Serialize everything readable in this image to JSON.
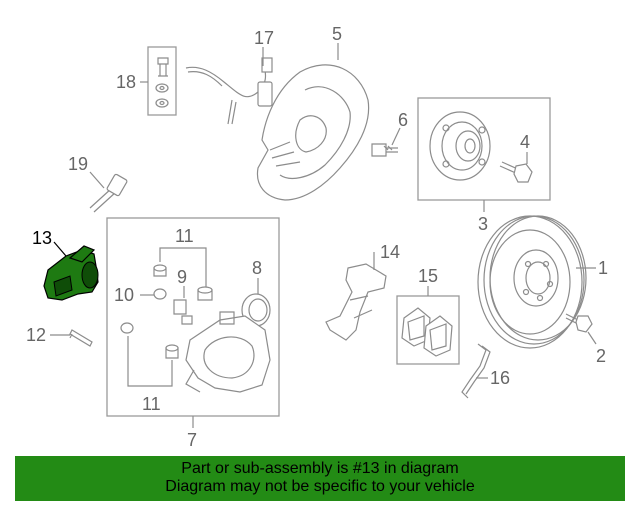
{
  "callouts": {
    "c1": "1",
    "c2": "2",
    "c3": "3",
    "c4": "4",
    "c5": "5",
    "c6": "6",
    "c7": "7",
    "c8": "8",
    "c9": "9",
    "c10": "10",
    "c11a": "11",
    "c11b": "11",
    "c12": "12",
    "c13": "13",
    "c14": "14",
    "c15": "15",
    "c16": "16",
    "c17": "17",
    "c18": "18",
    "c19": "19"
  },
  "highlight": {
    "part_number": "13",
    "color": "#1e7a12"
  },
  "banner": {
    "line1": "Part or sub-assembly is #13 in diagram",
    "line2": "Diagram may not be specific to your vehicle",
    "color": "#238b15"
  }
}
